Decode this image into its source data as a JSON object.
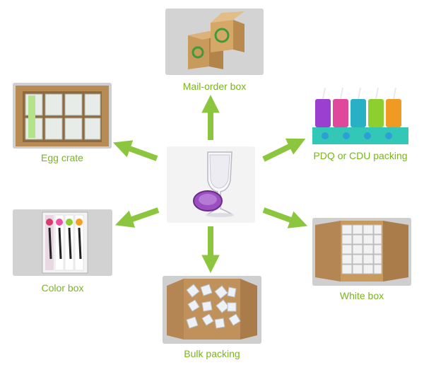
{
  "center": {
    "image": "wine-tumbler-purple-lid"
  },
  "items": [
    {
      "id": "mail-order",
      "label": "Mail-order box",
      "image": "kraft-mailer-box-recycle"
    },
    {
      "id": "egg-crate",
      "label": "Egg crate",
      "image": "carton-egg-crate"
    },
    {
      "id": "pdq",
      "label": "PDQ or CDU packing",
      "image": "colorful-cups-display"
    },
    {
      "id": "color-box",
      "label": "Color box",
      "image": "color-box-bottles"
    },
    {
      "id": "white-box",
      "label": "White box",
      "image": "carton-white-boxes"
    },
    {
      "id": "bulk",
      "label": "Bulk packing",
      "image": "carton-bulk-glasses"
    }
  ],
  "colors": {
    "accent": "#7ab51d",
    "arrow": "#8cc63f"
  }
}
